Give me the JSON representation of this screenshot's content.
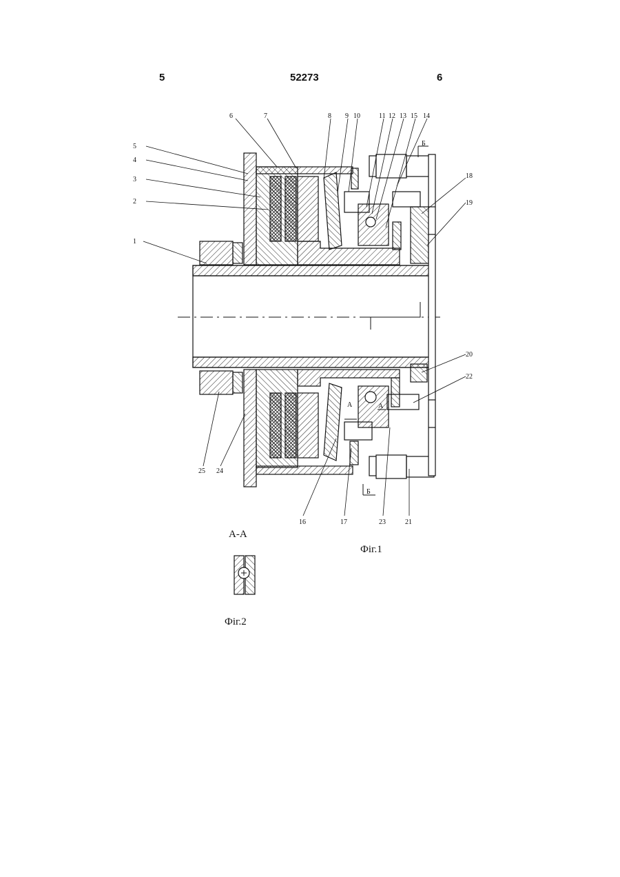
{
  "header": {
    "left_page": "5",
    "patent_number": "52273",
    "right_page": "6"
  },
  "figure1": {
    "caption": "Фіг.1",
    "section_marks": [
      "Б",
      "Б",
      "А",
      "А"
    ],
    "leader_labels": [
      "1",
      "2",
      "3",
      "4",
      "5",
      "6",
      "7",
      "8",
      "9",
      "10",
      "11",
      "12",
      "13",
      "14",
      "15",
      "18",
      "19",
      "20",
      "22",
      "25",
      "24",
      "16",
      "17",
      "23",
      "21"
    ]
  },
  "figure2": {
    "section_title": "А-А",
    "caption": "Фіг.2"
  }
}
